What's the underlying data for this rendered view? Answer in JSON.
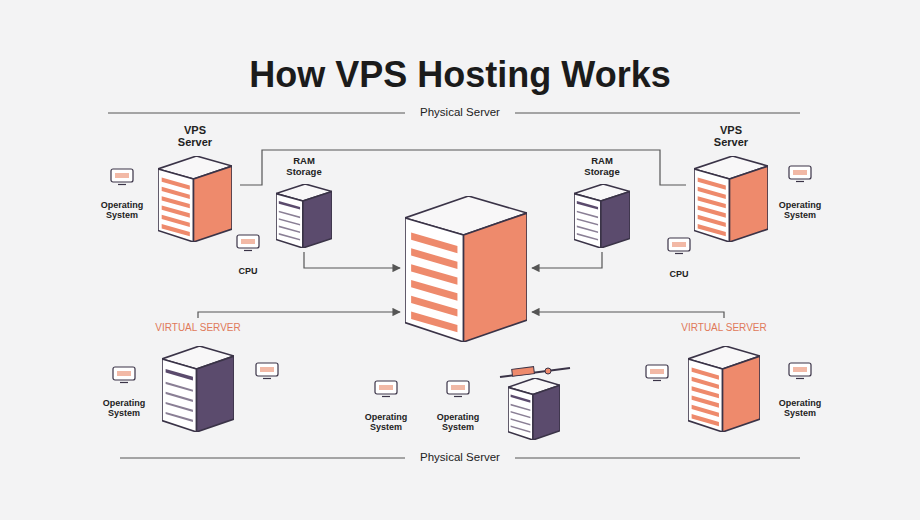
{
  "diagram": {
    "title": "How VPS Hosting Works",
    "nodes": [
      {
        "text": [
          "VPS Server"
        ]
      },
      {
        "text": [
          "RAM Storage"
        ]
      },
      {
        "text": [
          "RAM Storage"
        ]
      },
      {
        "text": [
          "VPS Server"
        ]
      },
      {
        "text": [
          "Operating System"
        ]
      },
      {
        "text": [
          "Operating System"
        ]
      },
      {
        "text": [
          "CPU"
        ]
      },
      {
        "text": [
          "CPU"
        ]
      },
      {
        "text": [
          "VIRTUAL SERVER"
        ]
      },
      {
        "text": [
          "VIRTUAL SERVER"
        ]
      },
      {
        "text": [
          "Operating System"
        ]
      },
      {
        "text": [
          "Operating System"
        ]
      },
      {
        "text": [
          "Operating System"
        ]
      },
      {
        "text": [
          "Operating System"
        ]
      }
    ],
    "edges": [
      {
        "from": 0,
        "to": 3,
        "arrow": "none"
      }
    ],
    "labels": [
      "Physical Server",
      "Physical Server"
    ]
  }
}
